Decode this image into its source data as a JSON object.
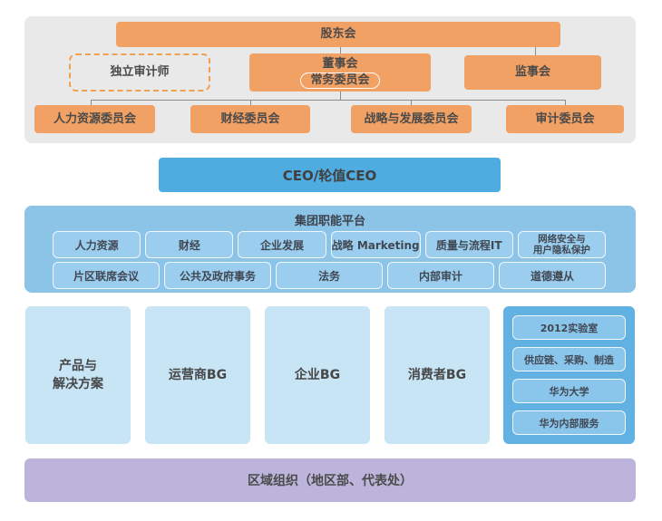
{
  "palette": {
    "orange": "#F2A164",
    "orange_dashed_border": "#F0A14F",
    "panel_gray": "#E9E9EA",
    "ceo_blue": "#4FACE0",
    "platform_blue": "#8CC4E8",
    "platform_item_blue": "#9BCDEE",
    "bg_column_blue": "#C8E5F6",
    "support_blue": "#61B1E2",
    "support_item_blue": "#8AC5EB",
    "region_purple": "#BCB4DA",
    "text_dark": "#4A4A4A",
    "connector_gray": "#8A8A8A"
  },
  "governance": {
    "shareholders_label": "股东会",
    "independent_auditor_label": "独立审计师",
    "board_label": "董事会",
    "standing_committee_label": "常务委员会",
    "supervisory_board_label": "监事会",
    "committees": [
      {
        "label": "人力资源委员会"
      },
      {
        "label": "财经委员会"
      },
      {
        "label": "战略与发展委员会"
      },
      {
        "label": "审计委员会"
      }
    ]
  },
  "ceo": {
    "label": "CEO/轮值CEO"
  },
  "platform": {
    "title": "集团职能平台",
    "row1": [
      {
        "label": "人力资源"
      },
      {
        "label": "财经"
      },
      {
        "label": "企业发展"
      },
      {
        "label": "战略 Marketing"
      },
      {
        "label": "质量与流程IT"
      },
      {
        "line1": "网络安全与",
        "line2": "用户隐私保护"
      }
    ],
    "row2": [
      {
        "label": "片区联席会议"
      },
      {
        "label": "公共及政府事务"
      },
      {
        "label": "法务"
      },
      {
        "label": "内部审计"
      },
      {
        "label": "道德遵从"
      }
    ]
  },
  "business_groups": [
    {
      "line1": "产品与",
      "line2": "解决方案"
    },
    {
      "label": "运营商BG"
    },
    {
      "label": "企业BG"
    },
    {
      "label": "消费者BG"
    }
  ],
  "support_units": [
    {
      "label": "2012实验室"
    },
    {
      "label": "供应链、采购、制造"
    },
    {
      "label": "华为大学"
    },
    {
      "label": "华为内部服务"
    }
  ],
  "region": {
    "label": "区域组织（地区部、代表处）"
  }
}
